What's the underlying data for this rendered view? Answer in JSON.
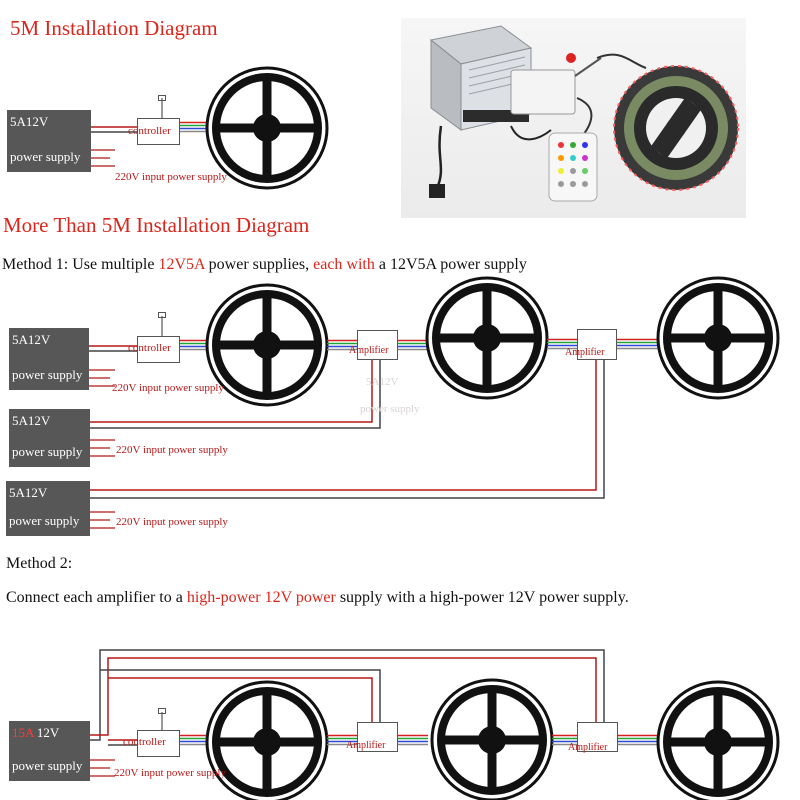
{
  "section1": {
    "title": "5M Installation Diagram",
    "psu": {
      "line1": "5A12V",
      "line2": "power supply"
    },
    "controller_label": "controller",
    "input_label": "220V input power supply"
  },
  "section2": {
    "title": "More Than 5M Installation Diagram",
    "method1": {
      "prefix": "Method 1: Use multiple ",
      "red1": "12V5A",
      "mid": " power supplies, ",
      "red2": "each with",
      "suffix": " a 12V5A power supply"
    },
    "psu_rows": [
      {
        "line1": "5A12V",
        "line2": "power supply"
      },
      {
        "line1": "5A12V",
        "line2": "power supply"
      },
      {
        "line1": "5A12V",
        "line2": "power supply"
      }
    ],
    "controller_label": "controller",
    "amplifier_label": "Amplifier",
    "input_label": "220V input power supply",
    "watermark": {
      "line1": "5A12V",
      "line2": "power supply"
    }
  },
  "section3": {
    "method2_label": "Method 2:",
    "instruction": {
      "prefix": "Connect each amplifier to a ",
      "red": "high-power 12V power",
      "suffix": " supply with a high-power 12V power supply."
    },
    "psu": {
      "red_part": "15A",
      "line1_rest": " 12V",
      "line2": "power supply"
    },
    "controller_label": "controller",
    "amplifier_label": "Amplifier",
    "input_label": "220V input power supply"
  },
  "colors": {
    "heading_red": "#d9261c",
    "wire_red": "#b51818",
    "psu_gray": "#575757",
    "reel_black": "#111111"
  },
  "icons": [
    "led-strip-reel-icon",
    "antenna-icon",
    "power-supply-unit",
    "rgb-controller-box",
    "remote-control-icon",
    "power-plug-icon"
  ]
}
